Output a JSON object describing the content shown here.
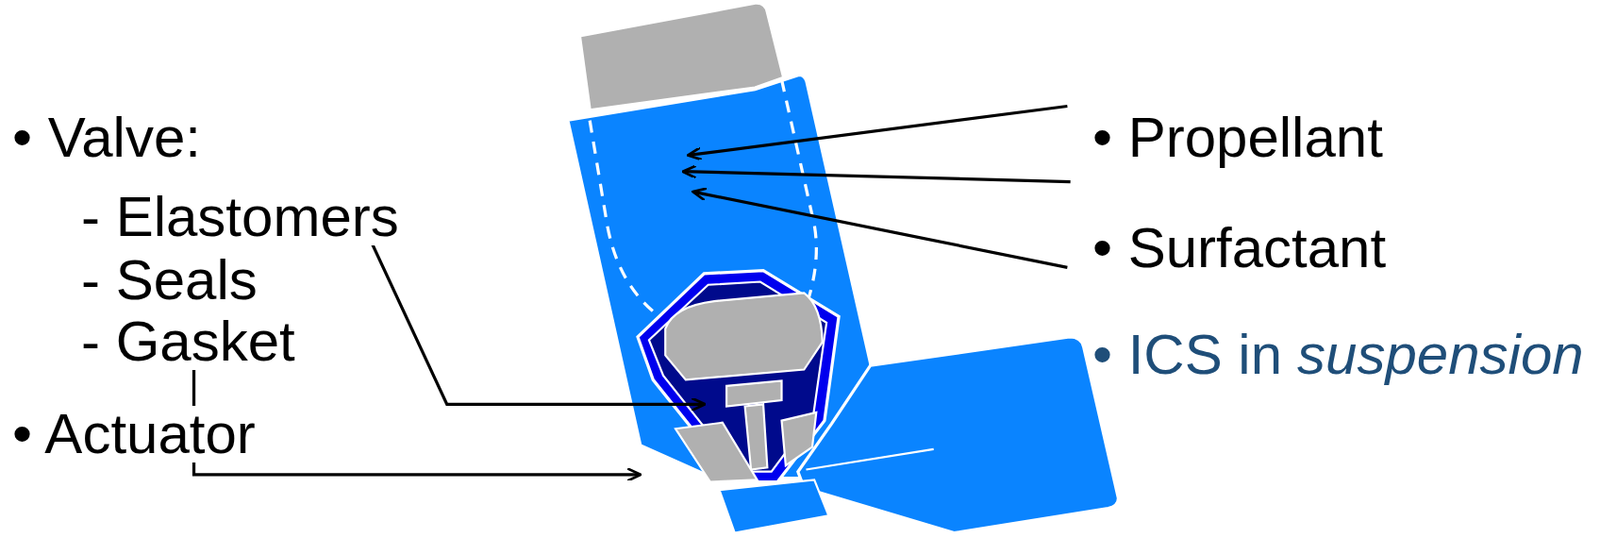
{
  "diagram": {
    "labels": [
      "• Valve:",
      "- Elastomers",
      "- Seals",
      "- Gasket",
      "• Actuator",
      "• Propellant",
      "• Surfactant",
      "• ICS in",
      "suspension"
    ]
  }
}
